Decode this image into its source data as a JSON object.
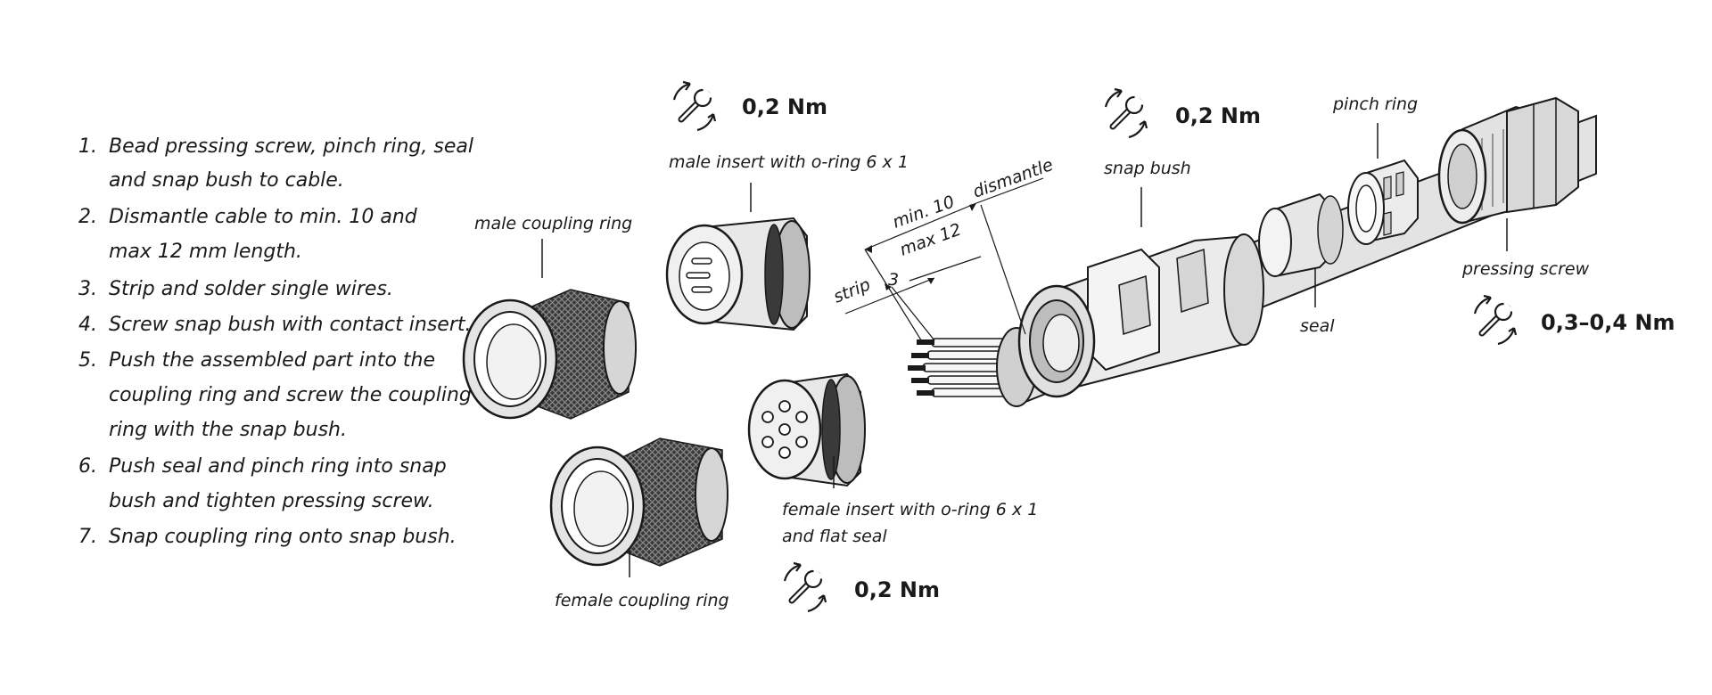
{
  "steps": [
    {
      "num": "1.",
      "lines": [
        "Bead pressing screw, pinch ring, seal",
        "and snap bush to cable."
      ]
    },
    {
      "num": "2.",
      "lines": [
        "Dismantle cable to min. 10 and",
        "max 12 mm length."
      ]
    },
    {
      "num": "3.",
      "lines": [
        "Strip and solder single wires."
      ]
    },
    {
      "num": "4.",
      "lines": [
        "Screw snap bush with contact insert."
      ]
    },
    {
      "num": "5.",
      "lines": [
        "Push the assembled part into the",
        "coupling ring and screw the coupling",
        "ring with the snap bush."
      ]
    },
    {
      "num": "6.",
      "lines": [
        "Push seal and pinch ring into snap",
        "bush and tighten pressing screw."
      ]
    },
    {
      "num": "7.",
      "lines": [
        "Snap coupling ring onto snap bush."
      ]
    }
  ],
  "labels": {
    "male_coupling_ring": "male coupling ring",
    "female_coupling_ring": "female coupling ring",
    "male_insert": "male insert with o-ring 6 x 1",
    "female_insert_1": "female insert with o-ring 6 x 1",
    "female_insert_2": "and flat seal",
    "snap_bush": "snap bush",
    "pinch_ring": "pinch ring",
    "seal": "seal",
    "pressing_screw": "pressing screw",
    "strip": "strip",
    "strip_value": "3",
    "min": "min. 10",
    "max": "max 12",
    "dismantle": "dismantle"
  },
  "torques": {
    "male_insert": "0,2 Nm",
    "snap_bush": "0,2 Nm",
    "female_insert": "0,2 Nm",
    "pressing_screw": "0,3–0,4 Nm"
  },
  "colors": {
    "line": "#1a1a1a",
    "part_fill": "#ececec",
    "part_shade": "#c8c8c8",
    "knurl": "#2b2b2b"
  }
}
